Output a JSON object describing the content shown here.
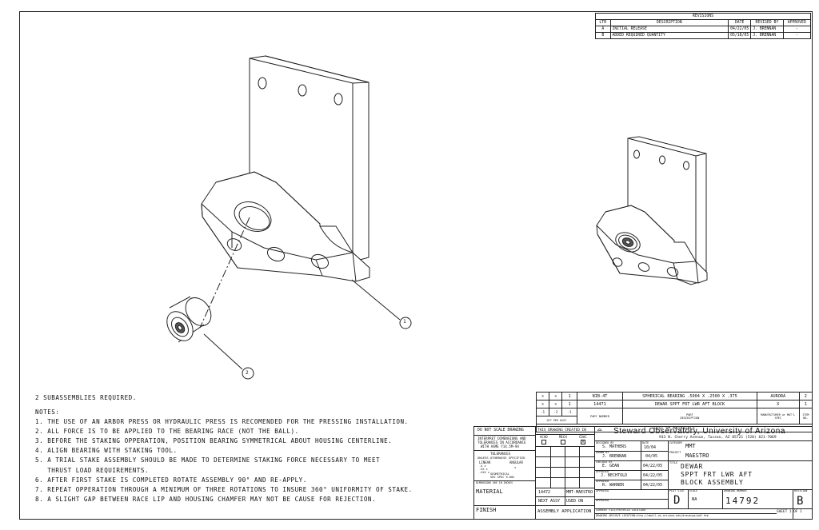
{
  "revisions": {
    "title": "REVISIONS",
    "headers": [
      "LTR",
      "DESCRIPTION",
      "DATE",
      "REVISED BY",
      "APPROVED"
    ],
    "rows": [
      [
        "A",
        "INITIAL RELEASE",
        "04/22/05",
        "J. BRENNAN",
        "-"
      ],
      [
        "B",
        "ADDED REQUIRED QUANTITY",
        "05/18/05",
        "J. BRENNAN",
        "-"
      ]
    ]
  },
  "callouts": {
    "one": "1",
    "two": "2"
  },
  "notes": {
    "subassemblies": "2 SUBASSEMBLIES REQUIRED.",
    "heading": "NOTES:",
    "items": [
      "1. THE USE OF AN ARBOR PRESS OR HYDRAULIC PRESS IS RECOMENDED FOR THE PRESSING INSTALLATION.",
      "2. ALL FORCE IS TO BE APPLIED TO THE BEARING RACE (NOT THE BALL).",
      "3. BEFORE THE STAKING OPPERATION, POSITION BEARING SYMMETRICAL ABOUT HOUSING CENTERLINE.",
      "4. ALIGN BEARING WITH STAKING TOOL.",
      "5. A TRIAL STAKE ASSEMBLY SHOULD BE MADE TO DETERMINE STAKING FORCE NECESSARY TO MEET",
      "   THRUST LOAD REQUIREMENTS.",
      "6. AFTER FIRST STAKE IS COMPLETED ROTATE ASSEMBLY 90° AND RE-APPLY.",
      "7. REPEAT OPPERATION THROUGH A MINIMUM OF THREE ROTATIONS TO INSURE 360° UNIFORMITY OF STAKE.",
      "8. A SLIGHT GAP BETWEEN RACE LIP AND HOUSING CHAMFER MAY NOT BE CAUSE FOR REJECTION."
    ]
  },
  "parts_list": {
    "rows": [
      {
        "item": "2",
        "qty": "1",
        "part": "NIB-4T",
        "desc": "SPHERICAL BEARING .5004 X .2500 X .375",
        "mfr": "AURORA"
      },
      {
        "item": "1",
        "qty": "1",
        "part": "14471",
        "desc": "DEWAR SPPT FRT LWR AFT BLOCK",
        "mfr": "X"
      }
    ],
    "qty_cols": [
      "-1",
      "-2",
      "-1"
    ],
    "qty_label": "QTY PER ASSY",
    "part_label": "PART NUMBER",
    "desc_label": "DESCRIPTION",
    "part_sub": "PART",
    "mfr_label": "MANUFACTURER or MAT'L SPEC",
    "item_label": "ITEM NO.",
    "list_title": "LIST OF MATERIALS"
  },
  "title_block": {
    "no_scale": "DO NOT SCALE DRAWING",
    "interpret": "INTERPRET DIMENSIONS AND",
    "tolerances_in": "TOLERANCES IN ACCORDANCE",
    "asme": "WITH ASME Y14.5M-94",
    "tolerances": "TOLERANCES",
    "unless": "UNLESS OTHERWISE SPECIFIED",
    "linear": "LINEAR",
    "angular": "ANGULAR",
    "lin1": ".X   ±",
    "lin2": ".XX  ±",
    "lin3": ".XXX ±",
    "ang": "±",
    "geometrical": "GEOMETRICAL",
    "see_spec": "SEE SPEC 9-002",
    "dims_note": "DIMENSIONS ARE IN INCHES",
    "material_label": "MATERIAL",
    "finish_label": "FINISH",
    "created_in": "THIS DRAWING CREATED IN",
    "acad": "ACAD",
    "mech": "MECH",
    "cdac": "CDAC",
    "acad_check": "X",
    "next_assy_val": "14472",
    "used_on_val": "MMT-MAESTRO",
    "next_assy": "NEXT ASSY",
    "used_on": "USED ON",
    "assembly_application": "ASSEMBLY APPLICATION",
    "org": "Steward Observatory, University of Arizona",
    "address": "933 N. Cherry Avenue, Tucson, AZ  85721   (520) 621-7069",
    "designed_by_label": "DESIGNED BY",
    "designed_by": "S. MATHERS",
    "date_label": "DATE",
    "designed_date": "10/04",
    "category_label": "CATEGORY",
    "category": "MMT",
    "drawn_by_label": "DRAWN BY",
    "drawn_by": "J. BRENNAN",
    "drawn_date": "04/05",
    "project_label": "PROJECT",
    "project": "MAESTRO",
    "checked_label": "CHECKED BY",
    "checked_by": "E. GEAN",
    "checked_date": "04/22/05",
    "title_label": "TITLE",
    "title1": "DEWAR",
    "title2": "SPPT FRT LWR AFT",
    "title3": "BLOCK ASSEMBLY",
    "approved_label1": "APPROVED",
    "approved1": "J. BECHTOLD",
    "approved_date1": "04/22/05",
    "approved_label2": "APPROVED",
    "approved2": "R. WARNER",
    "approved_date2": "04/22/05",
    "approved_label3": "APPROVED",
    "approved_label4": "APPROVED",
    "plot_size_label": "PLOT SIZE",
    "plot_size": "D",
    "scale_label": "SCALE",
    "scale": "NA",
    "drawing_number_label": "DRAWING NUMBER",
    "drawing_number": "14792",
    "revision_label": "REVISION",
    "revision": "B",
    "sheet": "SHEET 1 OF 1",
    "location_label": "CURRENT FILE/PATHFILE LOCATION:",
    "archive_label": "DRAWING ARCHIVE LOCATION:http://abell.as.arizona.edu/drawings/pdf.htm"
  }
}
